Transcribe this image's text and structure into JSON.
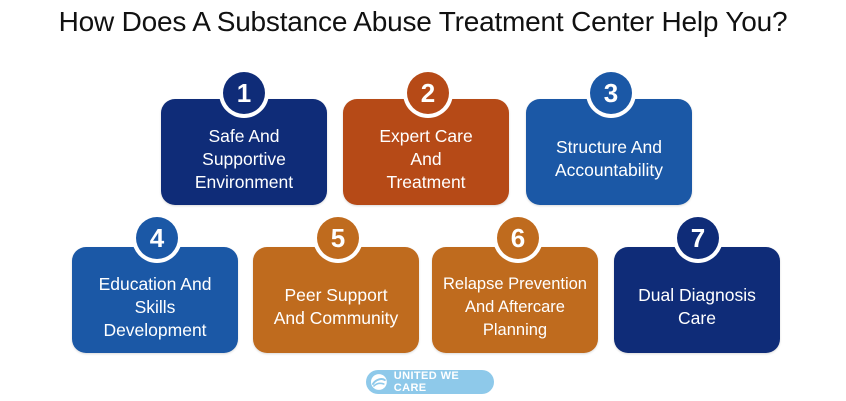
{
  "title": "How Does A Substance Abuse Treatment Center Help You?",
  "items": [
    {
      "number": "1",
      "label": "Safe And Supportive Environment",
      "color": "#0f2c78"
    },
    {
      "number": "2",
      "label": "Expert Care And Treatment",
      "color": "#b64a17"
    },
    {
      "number": "3",
      "label": "Structure And Accountability",
      "color": "#1b58a6"
    },
    {
      "number": "4",
      "label": "Education And Skills Development",
      "color": "#1b58a6"
    },
    {
      "number": "5",
      "label": "Peer Support And Community",
      "color": "#bf6b1e"
    },
    {
      "number": "6",
      "label": "Relapse Prevention And Aftercare Planning",
      "color": "#bf6b1e"
    },
    {
      "number": "7",
      "label": "Dual Diagnosis Care",
      "color": "#0f2c78"
    }
  ],
  "logo": {
    "text": "UNITED WE CARE",
    "color": "#8ec9ea",
    "icon": "globe-mark-icon"
  }
}
